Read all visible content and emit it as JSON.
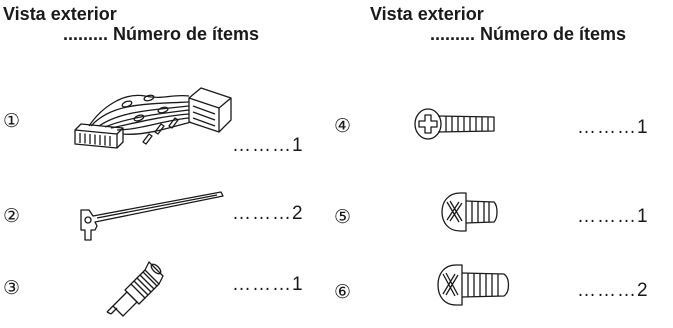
{
  "headers": {
    "left": {
      "title": "Vista exterior",
      "subtitle": "......... Número de ítems"
    },
    "right": {
      "title": "Vista exterior",
      "subtitle": "......... Número de ítems"
    }
  },
  "parts": [
    {
      "marker": "①",
      "icon": "wiring-harness-icon",
      "quantity": "………1"
    },
    {
      "marker": "②",
      "icon": "removal-tool-icon",
      "quantity": "………2"
    },
    {
      "marker": "③",
      "icon": "antenna-adapter-icon",
      "quantity": "………1"
    },
    {
      "marker": "④",
      "icon": "flat-head-screw-icon",
      "quantity": "………1"
    },
    {
      "marker": "⑤",
      "icon": "round-head-short-screw-icon",
      "quantity": "………1"
    },
    {
      "marker": "⑥",
      "icon": "round-head-screw-icon",
      "quantity": "………2"
    }
  ]
}
